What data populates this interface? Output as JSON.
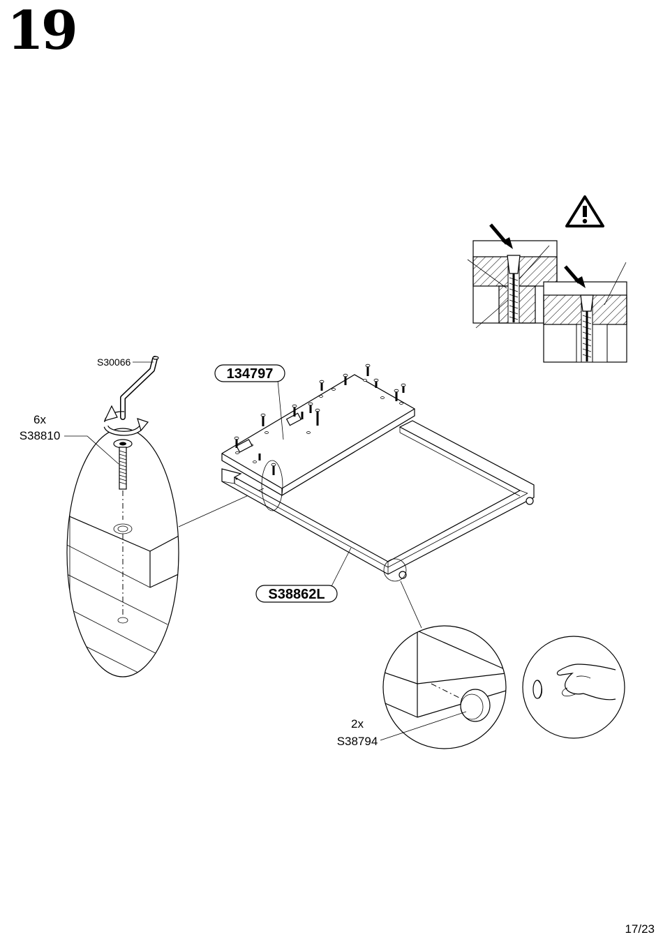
{
  "step_number": "19",
  "page_number": "17/23",
  "parts": {
    "allen_key": "S30066",
    "bolt_qty": "6x",
    "bolt": "S38810",
    "panel": "134797",
    "frame": "S38862L",
    "cap_qty": "2x",
    "cap": "S38794"
  },
  "icons": [
    "warning-icon",
    "rotation-arrow-icon",
    "hand-icon"
  ]
}
